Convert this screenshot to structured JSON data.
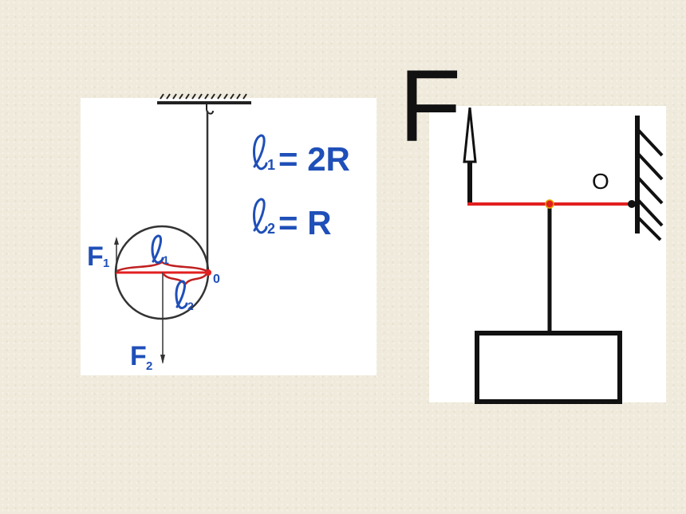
{
  "left_diagram": {
    "force_1": {
      "letter": "F",
      "sub": "1"
    },
    "force_2": {
      "letter": "F",
      "sub": "2"
    },
    "pivot_label": "0",
    "arm_1": {
      "sub": "1"
    },
    "arm_2": {
      "sub": "2"
    },
    "eq_1": {
      "sub": "1",
      "rhs": "= 2R"
    },
    "eq_2": {
      "sub": "2",
      "rhs": "= R"
    }
  },
  "right_diagram": {
    "force_label": "F",
    "pivot_label": "O"
  },
  "colors": {
    "lever": "#e21f1f",
    "label_blue": "#1f4fb8",
    "ink": "#111111"
  }
}
